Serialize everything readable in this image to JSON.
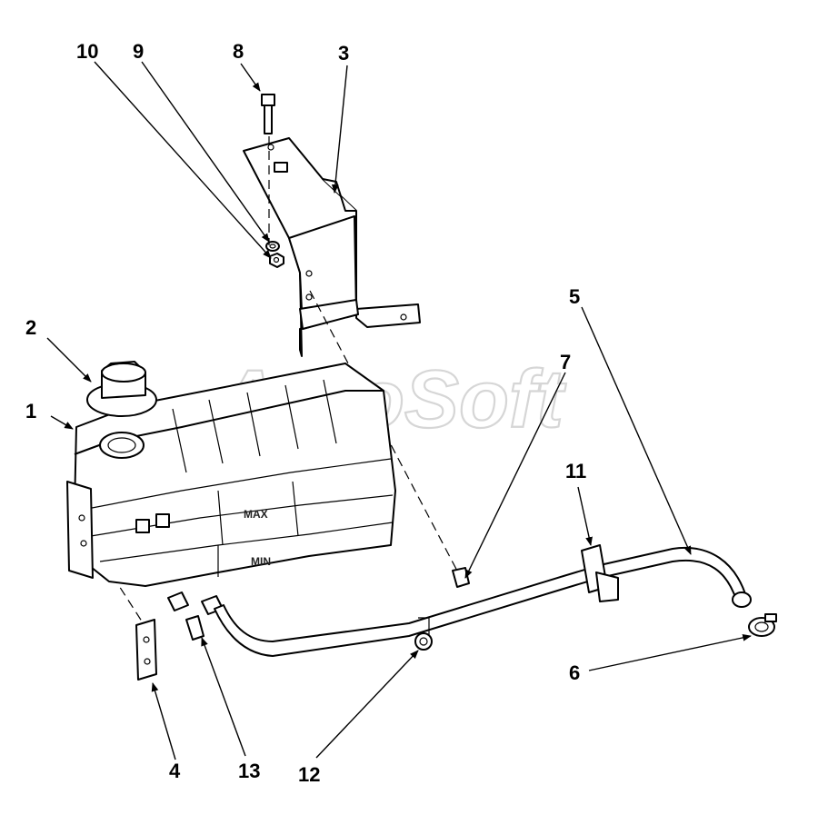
{
  "watermark": "AutoSoft",
  "tank_labels": {
    "max": "MAX",
    "min": "MIN"
  },
  "callouts": [
    {
      "id": "1",
      "text": "1"
    },
    {
      "id": "2",
      "text": "2"
    },
    {
      "id": "3",
      "text": "3"
    },
    {
      "id": "4",
      "text": "4"
    },
    {
      "id": "5",
      "text": "5"
    },
    {
      "id": "6",
      "text": "6"
    },
    {
      "id": "7",
      "text": "7"
    },
    {
      "id": "8",
      "text": "8"
    },
    {
      "id": "9",
      "text": "9"
    },
    {
      "id": "10",
      "text": "10"
    },
    {
      "id": "11",
      "text": "11"
    },
    {
      "id": "12",
      "text": "12"
    },
    {
      "id": "13",
      "text": "13"
    }
  ]
}
